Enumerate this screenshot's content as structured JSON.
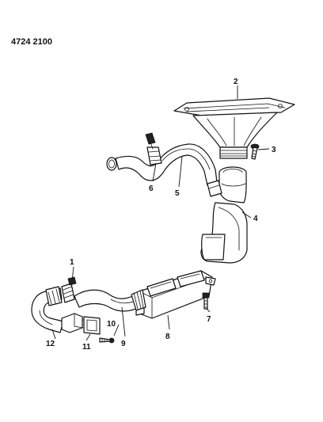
{
  "diagram": {
    "reference_number": "4724 2100",
    "callouts": [
      {
        "id": "1",
        "part": "hose clamp"
      },
      {
        "id": "2",
        "part": "air distribution housing"
      },
      {
        "id": "3",
        "part": "screw"
      },
      {
        "id": "4",
        "part": "duct adapter"
      },
      {
        "id": "5",
        "part": "heater outlet hose"
      },
      {
        "id": "6",
        "part": "hose clamp"
      },
      {
        "id": "7",
        "part": "bolt"
      },
      {
        "id": "8",
        "part": "defroster housing"
      },
      {
        "id": "9",
        "part": "defroster hose"
      },
      {
        "id": "10",
        "part": "screw"
      },
      {
        "id": "11",
        "part": "outlet nozzle"
      },
      {
        "id": "12",
        "part": "side hose"
      }
    ]
  }
}
